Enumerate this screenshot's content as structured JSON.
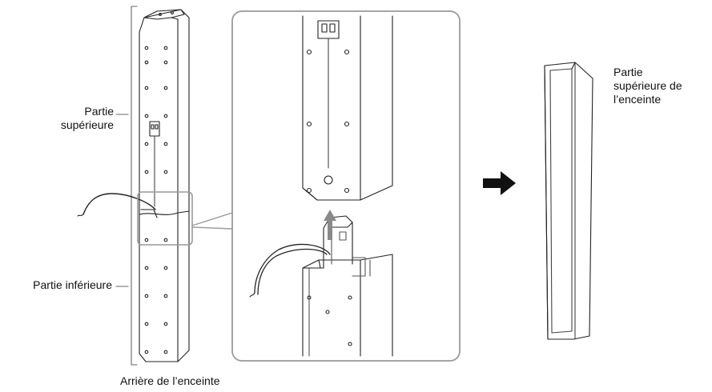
{
  "labels": {
    "upper_part": [
      "Partie",
      "supérieure"
    ],
    "lower_part": "Partie inférieure",
    "speaker_back": "Arrière de l’enceinte",
    "speaker_top": [
      "Partie",
      "supérieure de",
      "l’enceinte"
    ]
  },
  "icons": {
    "step_arrow": "arrow-right-icon",
    "insert_arrow": "arrow-up-icon"
  },
  "colors": {
    "line": "#222222",
    "zoom_frame": "#9a9a9a",
    "arrow_dark": "#111111",
    "arrow_grey": "#8a8a8a"
  }
}
